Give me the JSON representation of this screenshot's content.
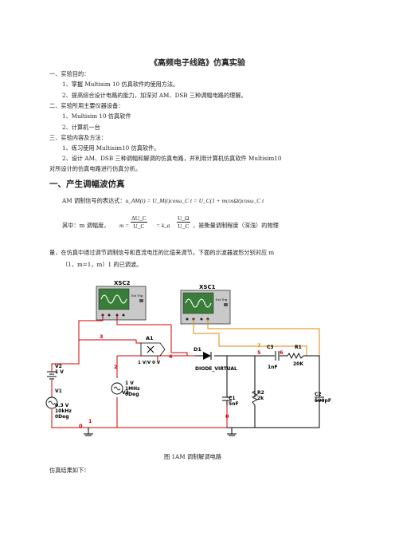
{
  "title": "《高频电子线路》仿真实验",
  "section1": {
    "heading": "一、实验目的：",
    "items": [
      "1、掌握 Multisim 10 仿真软件的使用方法。",
      "2、提高综合设计电路的能力，加深对 AM、DSB 三种调幅电路的理解。"
    ]
  },
  "section2": {
    "heading": "二、实验所用主要仪器设备：",
    "items": [
      "1、Multisim 10 仿真软件",
      "2、计算机一台"
    ]
  },
  "section3": {
    "heading": "三、实验内容及方法：",
    "items": [
      "1、练习使用 Multisim10 仿真软件。",
      "2、设计 AM、DSB 三种调幅和解调的仿真电路，并利用计算机仿真软件 Multisim10",
      "对所设计的仿真电路进行仿真分析。"
    ]
  },
  "part1_heading": "一、产生调幅波仿真",
  "formula": {
    "prefix": "AM 调制信号的表达式：",
    "expr": "u_AM(t) = U_M(t)cosω_C t = U_C(1 + mcosΩt)cosω_C t"
  },
  "mod_index": {
    "prefix": "其中：m 调幅度，",
    "m_eq": "m =",
    "num1": "ΔU_C",
    "den1": "U_C",
    "eq2": "= k_a",
    "num2": "U_Ω",
    "den2": "U_C",
    "suffix": "，是衡量调制程度（深浅）的物理"
  },
  "para": [
    "量，在仿真中通过调节调制信号和直流电压的比值来调节。下面的示波器波形分别对应 m",
    "（1，m=1，m）1 的已调波。"
  ],
  "circuit": {
    "xsc2": "XSC2",
    "xsc1": "XSC1",
    "ext_trig": "Ext Trig",
    "a1": "A1",
    "mult_label": "1 V/V 0 V",
    "d1": "D1",
    "diode_label": "DIODE_VIRTUAL",
    "v2": "V2",
    "v2_val": "1 V",
    "v1": "V1",
    "v1_vals": [
      "0.3 V",
      "10kHz",
      "0Deg"
    ],
    "v3": "V3",
    "v3_vals": [
      "1 V",
      "1MHz",
      "0Deg"
    ],
    "c3": "C3",
    "c3_val": "1nF",
    "r1": "R1",
    "r1_val": "20K",
    "c1": "C1",
    "c1_val": "5nF",
    "r2": "R2",
    "r2_val": "2k",
    "c2": "C2",
    "c2_val": "500pF",
    "nodes": [
      "3",
      "2",
      "4",
      "1",
      "0",
      "7",
      "5",
      "6",
      "0"
    ]
  },
  "caption": "图 1AM 调制解调电路",
  "result": "仿真结果如下："
}
